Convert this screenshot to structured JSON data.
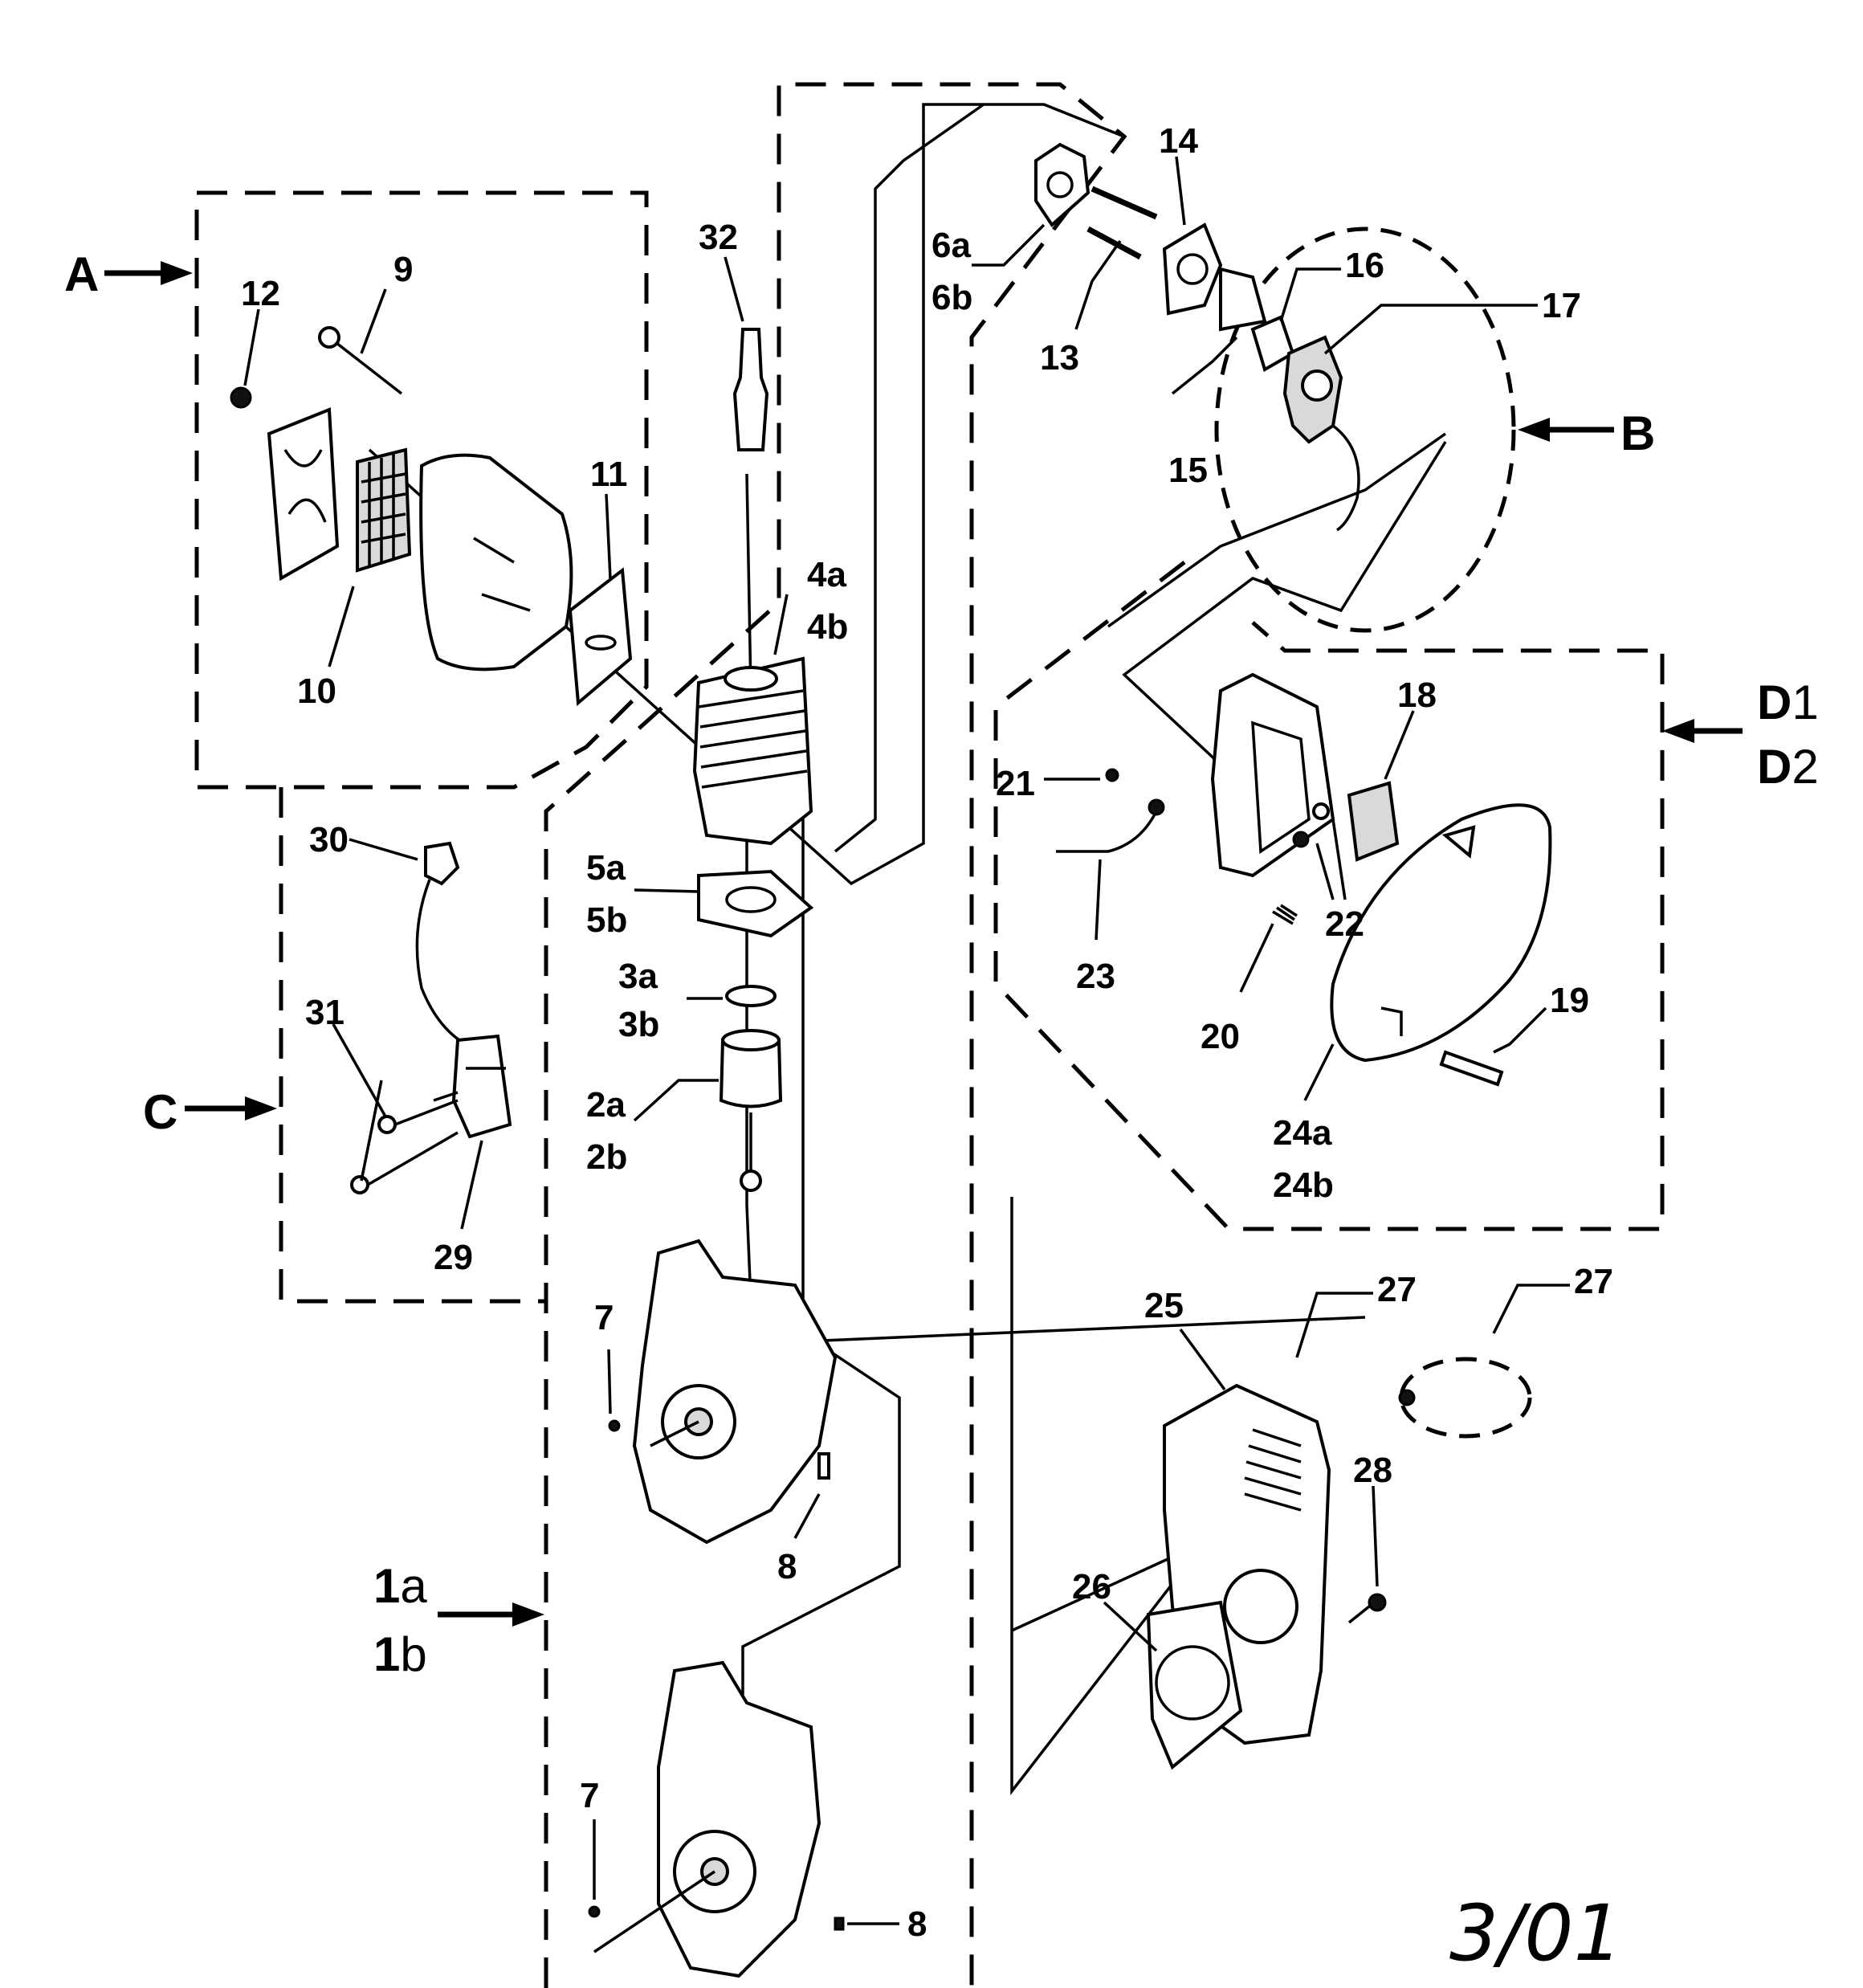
{
  "sections": {
    "A": "A",
    "B": "B",
    "C": "C",
    "D": {
      "line1": "D",
      "line1_suffix": "1",
      "line2": "D",
      "line2_suffix": "2"
    },
    "one": {
      "line1": "1",
      "line1_suffix": "a",
      "line2": "1",
      "line2_suffix": "b"
    }
  },
  "labels": {
    "p2": [
      "2a",
      "2b"
    ],
    "p3": [
      "3a",
      "3b"
    ],
    "p4": [
      "4a",
      "4b"
    ],
    "p5": [
      "5a",
      "5b"
    ],
    "p6": [
      "6a",
      "6b"
    ],
    "p7_top": "7",
    "p7_bottom": "7",
    "p8_top": "8",
    "p8_bottom": "8",
    "p9": "9",
    "p10": "10",
    "p11": "11",
    "p12": "12",
    "p13": "13",
    "p14": "14",
    "p15": "15",
    "p16": "16",
    "p17": "17",
    "p18": "18",
    "p19": "19",
    "p20": "20",
    "p21": "21",
    "p22": "22",
    "p23": "23",
    "p24": [
      "24a",
      "24b"
    ],
    "p25": "25",
    "p26": "26",
    "p27_left": "27",
    "p27_right": "27",
    "p28": "28",
    "p29": "29",
    "p30": "30",
    "p31": "31",
    "p32": "32"
  },
  "date": "3/01"
}
